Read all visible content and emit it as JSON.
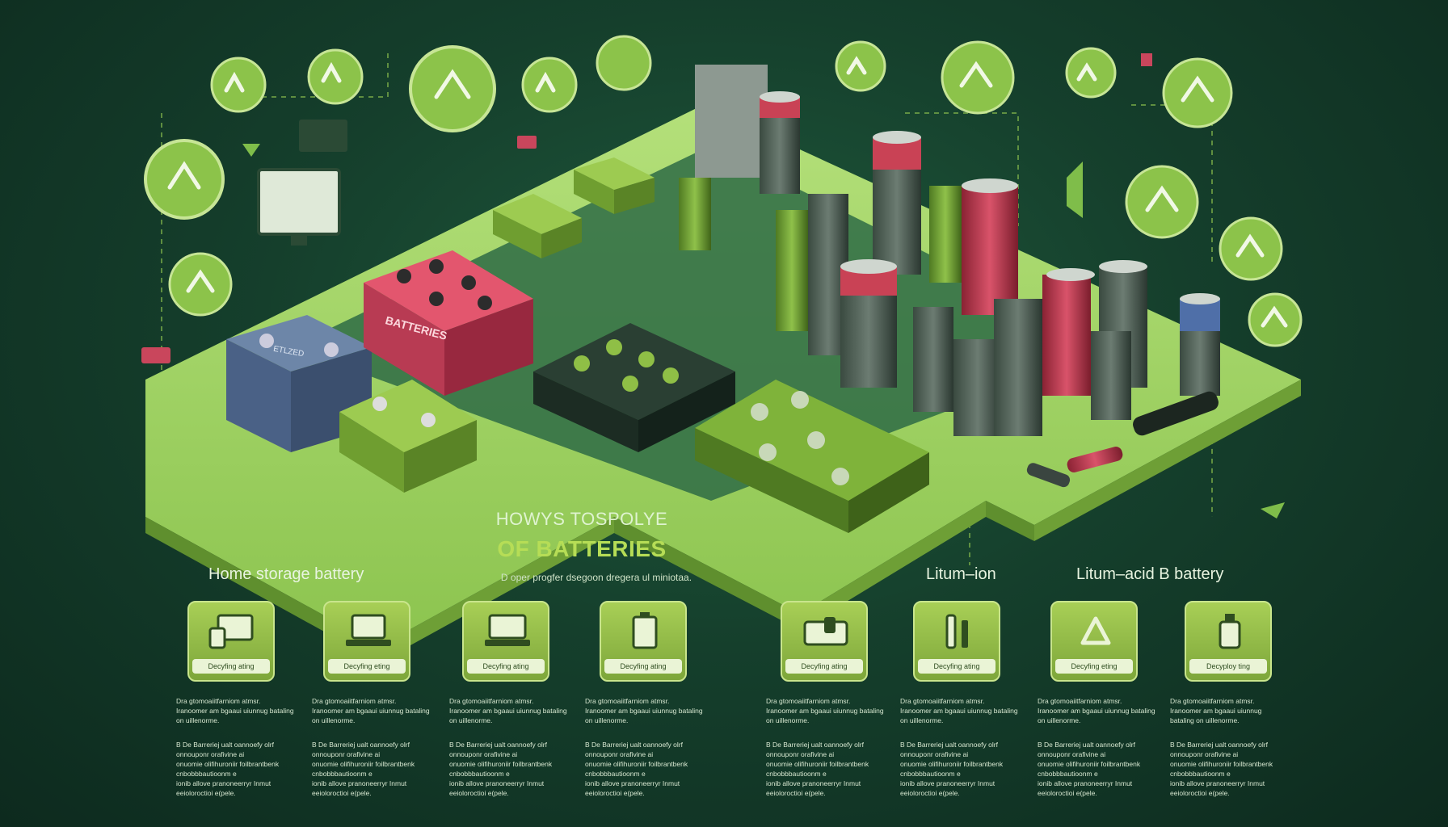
{
  "title": {
    "line1": "HOWYS TOSPOLYE",
    "line2": "OF BATTERIES",
    "subtitle": "D oper progfer dsegoon dregera ul miniotaa."
  },
  "sections": [
    {
      "label": "Home storage battery"
    },
    {
      "label": "Litum–ion"
    },
    {
      "label": "Litum–acid B battery"
    }
  ],
  "cards": [
    {
      "icon": "devices-icon",
      "tag": "Decyfing ating",
      "desc1": "Dra gtomoaiitfarniom atmsr.",
      "desc2": "Iranoomer am bgaaui uiunnug bataling on uillenorme.",
      "desc3": "B De Barreriej ualt oannoefy olrf onnouponr orafivine ai",
      "desc4": "onuomie olifihuroniir foilbrantbenk cnbobbbautioonm e",
      "desc5": "ionib allove pranoneerryr Inmut eeioloroctioi e(pele."
    },
    {
      "icon": "laptop-icon",
      "tag": "Decyfing eting",
      "desc1": "Dra gtomoaiitfarniom atmsr.",
      "desc2": "Iranoomer am bgaaui uiunnug bataling on uillenorme.",
      "desc3": "B De Barreriej ualt oannoefy olrf onnouponr orafivine ai",
      "desc4": "onuomie olifihuroniir foilbrantbenk cnbobbbautioonm e",
      "desc5": "ionib allove pranoneerryr Inmut eeioloroctioi e(pele."
    },
    {
      "icon": "laptop-icon",
      "tag": "Decyfing ating",
      "desc1": "Dra gtomoaiitfarniom atmsr.",
      "desc2": "Iranoomer am bgaaui uiunnug bataling on uillenorme.",
      "desc3": "B De Barreriej ualt oannoefy olrf onnouponr orafivine ai",
      "desc4": "onuomie olifihuroniir foilbrantbenk cnbobbbautioonm e",
      "desc5": "ionib allove pranoneerryr Inmut eeioloroctioi e(pele."
    },
    {
      "icon": "battery-pack-icon",
      "tag": "Decyfing ating",
      "desc1": "Dra gtomoaiitfarniom atmsr.",
      "desc2": "Iranoomer am bgaaui uiunnug bataling on uillenorme.",
      "desc3": "B De Barreriej ualt oannoefy olrf onnouponr orafivine ai",
      "desc4": "onuomie olifihuroniir foilbrantbenk cnbobbbautioonm e",
      "desc5": "ionib allove pranoneerryr Inmut eeioloroctioi e(pele."
    },
    {
      "icon": "hand-battery-icon",
      "tag": "Decyfing ating",
      "desc1": "Dra gtomoaiitfarniom atmsr.",
      "desc2": "Iranoomer am bgaaui uiunnug bataling on uillenorme.",
      "desc3": "B De Barreriej ualt oannoefy olrf onnouponr orafivine ai",
      "desc4": "onuomie olifihuroniir foilbrantbenk cnbobbbautioonm e",
      "desc5": "ionib allove pranoneerryr Inmut eeioloroctioi e(pele."
    },
    {
      "icon": "tools-icon",
      "tag": "Decyfing ating",
      "desc1": "Dra gtomoaiitfarniom atmsr.",
      "desc2": "Iranoomer am bgaaui uiunnug bataling on uillenorme.",
      "desc3": "B De Barreriej ualt oannoefy olrf onnouponr orafivine ai",
      "desc4": "onuomie olifihuroniir foilbrantbenk cnbobbbautioonm e",
      "desc5": "ionib allove pranoneerryr Inmut eeioloroctioi e(pele."
    },
    {
      "icon": "recycle-icon",
      "tag": "Decyfing eting",
      "desc1": "Dra gtomoaiitfarniom atmsr.",
      "desc2": "Iranoomer am bgaaui uiunnug bataling on uillenorme.",
      "desc3": "B De Barreriej ualt oannoefy olrf onnouponr orafivine ai",
      "desc4": "onuomie olifihuroniir foilbrantbenk cnbobbbautioonm e",
      "desc5": "ionib allove pranoneerryr Inmut eeioloroctioi e(pele."
    },
    {
      "icon": "bottle-icon",
      "tag": "Decyploy ting",
      "desc1": "Dra gtomoaiitfarniom atmsr.",
      "desc2": "Iranoomer am bgaaui uiunnug bataling on uillenorme.",
      "desc3": "B De Barreriej ualt oannoefy olrf onnouponr orafivine ai",
      "desc4": "onuomie olifihuroniir foilbrantbenk cnbobbbautioonm e",
      "desc5": "ionib allove pranoneerryr Inmut eeioloroctioi e(pele."
    }
  ],
  "battery_labels": {
    "red_box": "BATTERIES",
    "blue_box": "ETLZED"
  },
  "colors": {
    "background": "#153f2c",
    "platform": "#a4d665",
    "accent_green": "#8cc34a",
    "accent_red": "#c94255"
  }
}
